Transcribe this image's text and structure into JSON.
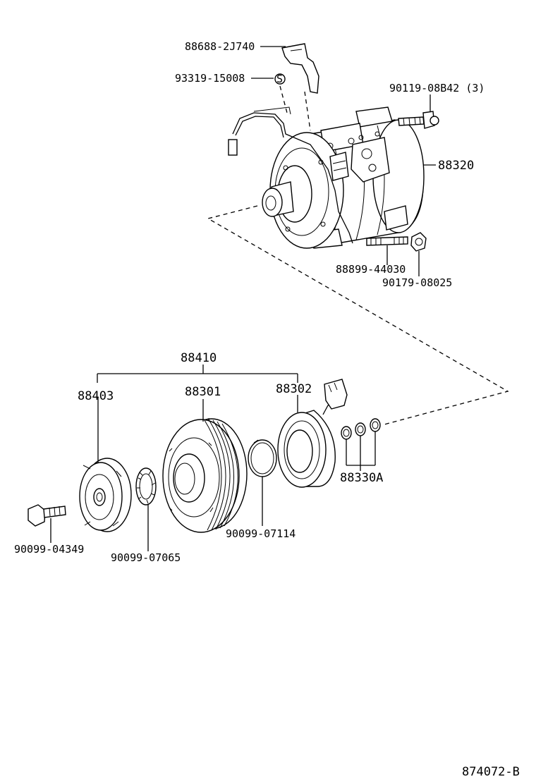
{
  "labels": {
    "bracket": "88688-2J740",
    "clip": "93319-15008",
    "bolt_upper": "90119-08B42 (3)",
    "compressor": "88320",
    "stud": "88899-44030",
    "nut": "90179-08025",
    "clutch_assy": "88410",
    "hub": "88403",
    "pulley": "88301",
    "field_coil": "88302",
    "shims": "88330A",
    "bolt_lower": "90099-04349",
    "washer": "90099-07065",
    "snap_ring": "90099-07114",
    "diagram_id": "874072-B"
  },
  "clip_symbol": "S"
}
